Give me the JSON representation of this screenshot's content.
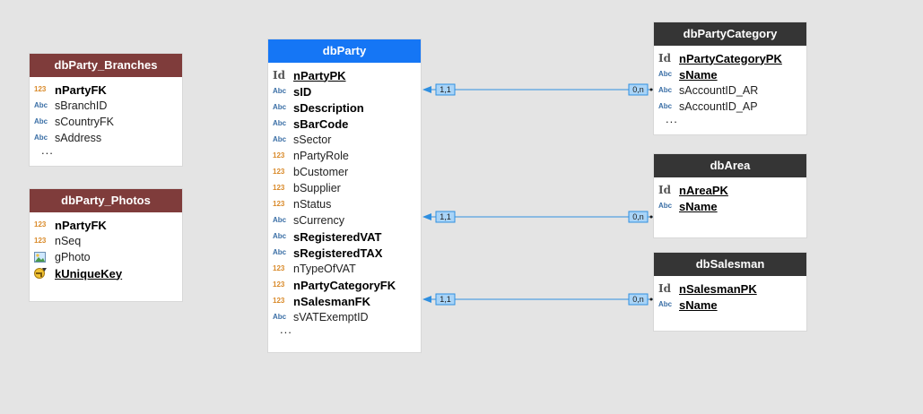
{
  "entities": {
    "branches": {
      "title": "dbParty_Branches",
      "fields": [
        {
          "icon": "number-icon",
          "label": "nPartyFK",
          "style": "bold"
        },
        {
          "icon": "text-icon",
          "label": "sBranchID",
          "style": "normal"
        },
        {
          "icon": "text-icon",
          "label": "sCountryFK",
          "style": "normal"
        },
        {
          "icon": "text-icon",
          "label": "sAddress",
          "style": "normal"
        }
      ],
      "more": "..."
    },
    "photos": {
      "title": "dbParty_Photos",
      "fields": [
        {
          "icon": "number-icon",
          "label": "nPartyFK",
          "style": "bold"
        },
        {
          "icon": "number-icon",
          "label": "nSeq",
          "style": "normal"
        },
        {
          "icon": "image-icon",
          "label": "gPhoto",
          "style": "normal"
        },
        {
          "icon": "unique-key-icon",
          "label": "kUniqueKey",
          "style": "pk"
        }
      ]
    },
    "party": {
      "title": "dbParty",
      "fields": [
        {
          "icon": "key-id-icon",
          "label": "nPartyPK",
          "style": "pk"
        },
        {
          "icon": "text-icon",
          "label": "sID",
          "style": "bold"
        },
        {
          "icon": "text-icon",
          "label": "sDescription",
          "style": "bold"
        },
        {
          "icon": "text-icon",
          "label": "sBarCode",
          "style": "bold"
        },
        {
          "icon": "text-icon",
          "label": "sSector",
          "style": "normal"
        },
        {
          "icon": "number-icon",
          "label": "nPartyRole",
          "style": "normal"
        },
        {
          "icon": "number-icon",
          "label": "bCustomer",
          "style": "normal"
        },
        {
          "icon": "number-icon",
          "label": "bSupplier",
          "style": "normal"
        },
        {
          "icon": "number-icon",
          "label": "nStatus",
          "style": "normal"
        },
        {
          "icon": "text-icon",
          "label": "sCurrency",
          "style": "normal"
        },
        {
          "icon": "text-icon",
          "label": "sRegisteredVAT",
          "style": "bold"
        },
        {
          "icon": "text-icon",
          "label": "sRegisteredTAX",
          "style": "bold"
        },
        {
          "icon": "number-icon",
          "label": "nTypeOfVAT",
          "style": "normal"
        },
        {
          "icon": "number-icon",
          "label": "nPartyCategoryFK",
          "style": "bold"
        },
        {
          "icon": "number-icon",
          "label": "nSalesmanFK",
          "style": "bold"
        },
        {
          "icon": "text-icon",
          "label": "sVATExemptID",
          "style": "normal"
        }
      ],
      "more": "..."
    },
    "category": {
      "title": "dbPartyCategory",
      "fields": [
        {
          "icon": "key-id-icon",
          "label": "nPartyCategoryPK",
          "style": "pk"
        },
        {
          "icon": "text-icon",
          "label": "sName",
          "style": "pk"
        },
        {
          "icon": "text-icon",
          "label": "sAccountID_AR",
          "style": "normal"
        },
        {
          "icon": "text-icon",
          "label": "sAccountID_AP",
          "style": "normal"
        }
      ],
      "more": "..."
    },
    "area": {
      "title": "dbArea",
      "fields": [
        {
          "icon": "key-id-icon",
          "label": "nAreaPK",
          "style": "pk"
        },
        {
          "icon": "text-icon",
          "label": "sName",
          "style": "pk"
        }
      ]
    },
    "salesman": {
      "title": "dbSalesman",
      "fields": [
        {
          "icon": "key-id-icon",
          "label": "nSalesmanPK",
          "style": "pk"
        },
        {
          "icon": "text-icon",
          "label": "sName",
          "style": "pk"
        }
      ]
    }
  },
  "icon_text": {
    "number-icon": "123",
    "text-icon": "Abc",
    "key-id-icon": "Id"
  },
  "relations": [
    {
      "from_card": "1,1",
      "to_card": "0,n"
    },
    {
      "from_card": "1,1",
      "to_card": "0,n"
    },
    {
      "from_card": "1,1",
      "to_card": "0,n"
    }
  ],
  "colors": {
    "link": "#2f8fe0",
    "card_fill": "#a9d4f7",
    "header_red": "#7f3c3b",
    "header_dark": "#353535",
    "header_blue": "#1576f5"
  }
}
